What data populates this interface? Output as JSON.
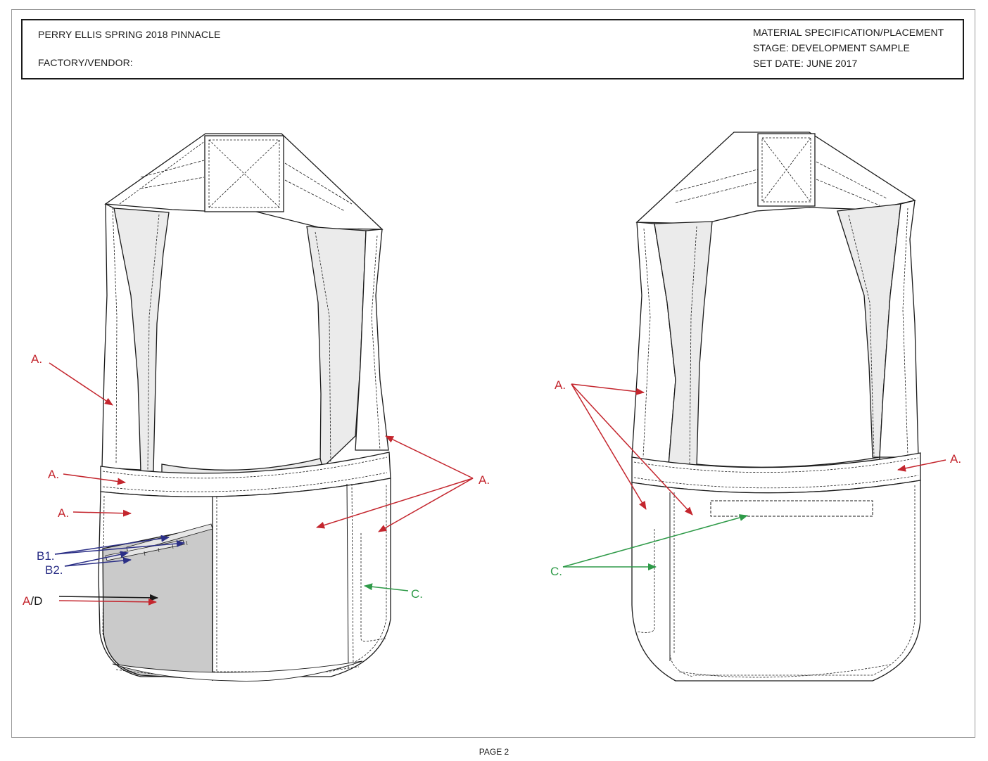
{
  "header": {
    "collection": "PERRY ELLIS SPRING 2018 PINNACLE",
    "factory_label": "FACTORY/VENDOR:",
    "sheet_title": "MATERIAL SPECIFICATION/PLACEMENT",
    "stage": "STAGE: DEVELOPMENT SAMPLE",
    "set_date": "SET DATE: JUNE 2017"
  },
  "callouts": {
    "front_a1": "A.",
    "front_a2": "A.",
    "front_a3": "A.",
    "front_a4": "A.",
    "front_b1": "B1.",
    "front_b2": "B2.",
    "front_ad_a": "A",
    "front_ad_d": "/D",
    "front_c": "C.",
    "back_a1": "A.",
    "back_a2": "A.",
    "back_c": "C."
  },
  "colors": {
    "material_a": "#c4262e",
    "material_b": "#2b2f86",
    "material_c": "#2e9a48",
    "material_d": "#1a1a1a",
    "facing": "#ebebeb",
    "pocketing": "#cacaca"
  },
  "footer": {
    "page": "PAGE 2"
  }
}
